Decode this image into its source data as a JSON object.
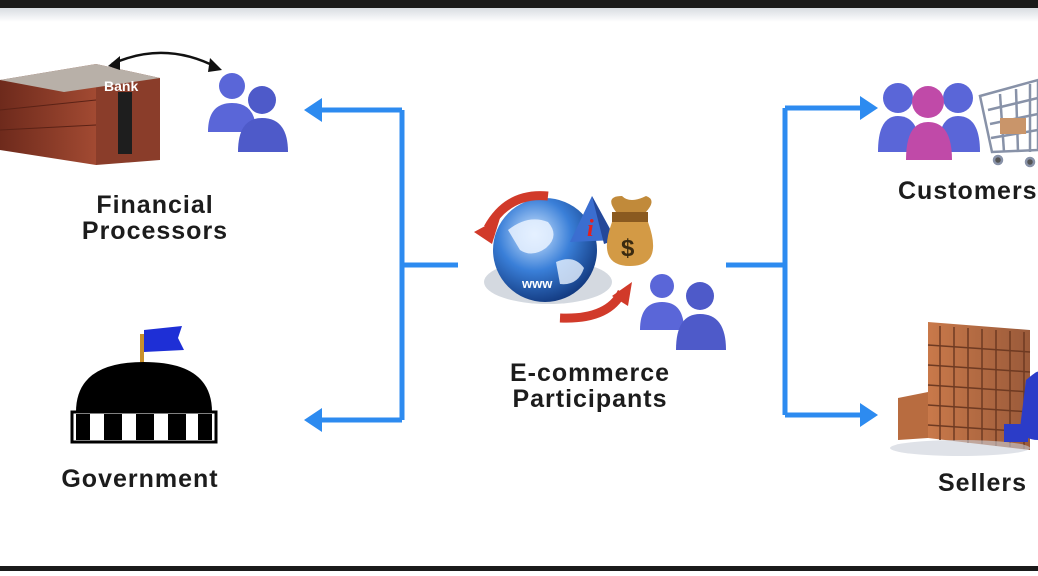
{
  "diagram": {
    "colors": {
      "connector": "#2d8bf0",
      "people_blue": "#5a66d8",
      "people_pink": "#c04aa8",
      "bank_brick": "#8b3a2a",
      "arrow_red": "#d13a2a",
      "frame": "#1a1a1a"
    },
    "nodes": {
      "financial": {
        "label": "Financial\nProcessors",
        "icon": "bank-icon",
        "sign": "Bank"
      },
      "government": {
        "label": "Government",
        "icon": "government-dome-icon"
      },
      "center": {
        "label": "E-commerce\nParticipants",
        "icon": "globe-icon",
        "globe_text": "www"
      },
      "customers": {
        "label": "Customers",
        "icon": "shopping-cart-icon"
      },
      "sellers": {
        "label": "Sellers",
        "icon": "office-building-icon"
      }
    }
  }
}
